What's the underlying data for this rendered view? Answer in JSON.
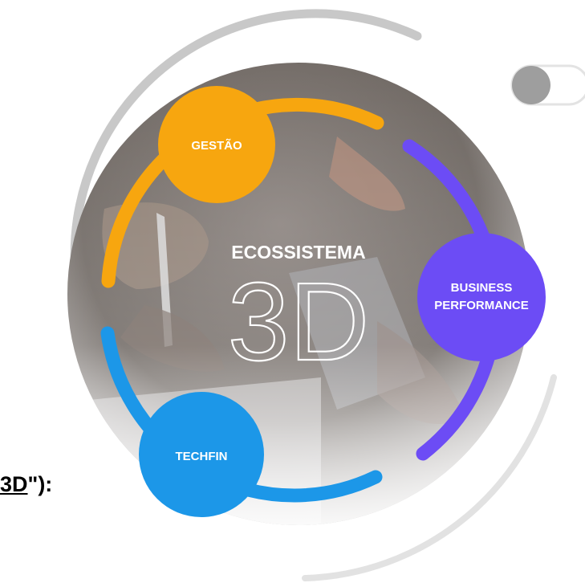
{
  "diagram": {
    "center_title": "ECOSSISTEMA",
    "center_big": "3D",
    "nodes": [
      {
        "id": "gestao",
        "label_lines": [
          "GESTÃO"
        ],
        "color": "#F7A60F"
      },
      {
        "id": "business-performance",
        "label_lines": [
          "BUSINESS",
          "PERFORMANCE"
        ],
        "color": "#6C4CF5"
      },
      {
        "id": "techfin",
        "label_lines": [
          "TECHFIN"
        ],
        "color": "#1C97E8"
      }
    ],
    "colors": {
      "orange": "#F7A60F",
      "purple": "#6C4CF5",
      "blue": "#1C97E8",
      "ring_grey": "#C8C8C8",
      "toggle_grey": "#9E9E9E"
    }
  },
  "caption": {
    "underlined": "3D",
    "tail": "\"):"
  }
}
